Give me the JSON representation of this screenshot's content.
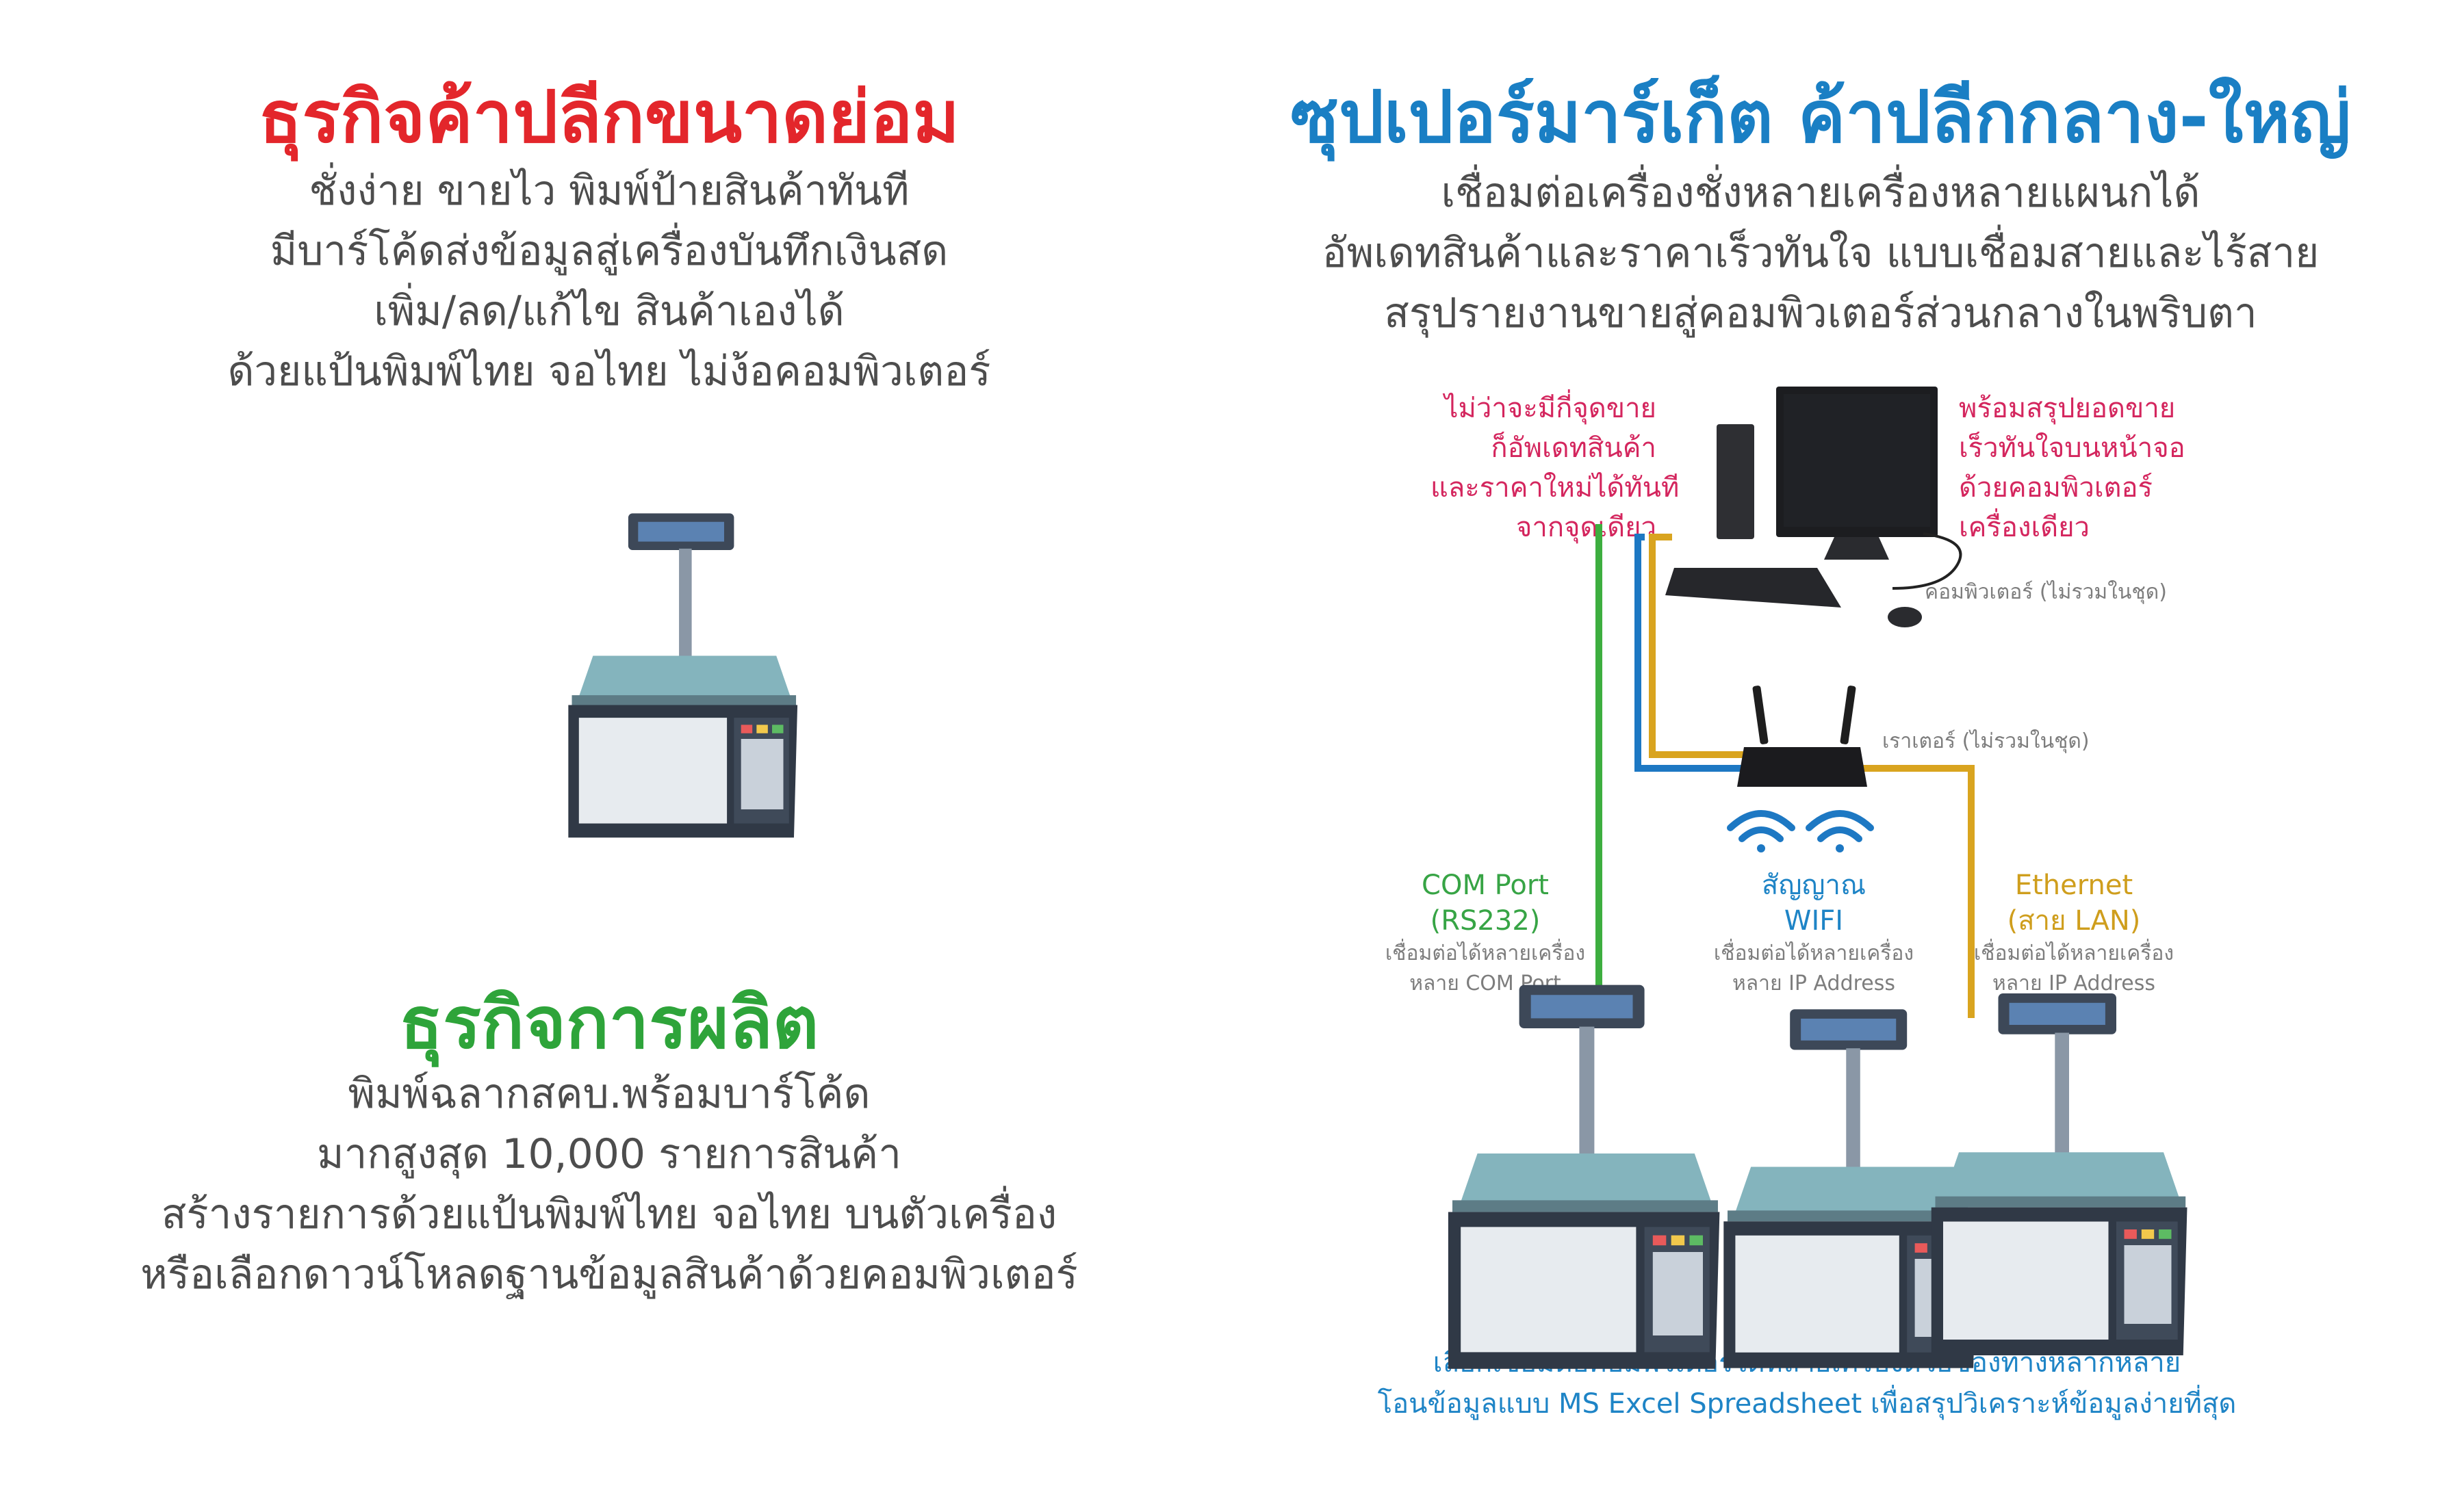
{
  "left": {
    "retail": {
      "title": "ธุรกิจค้าปลีกขนาดย่อม",
      "lines": [
        "ชั่งง่าย ขายไว พิมพ์ป้ายสินค้าทันที",
        "มีบาร์โค้ดส่งข้อมูลสู่เครื่องบันทึกเงินสด",
        "เพิ่ม/ลด/แก้ไข สินค้าเองได้",
        "ด้วยแป้นพิมพ์ไทย จอไทย ไม่ง้อคอมพิวเตอร์"
      ]
    },
    "manufacturing": {
      "title": "ธุรกิจการผลิต",
      "lines": [
        "พิมพ์ฉลากสคบ.พร้อมบาร์โค้ด",
        "มากสูงสุด 10,000 รายการสินค้า",
        "สร้างรายการด้วยแป้นพิมพ์ไทย จอไทย บนตัวเครื่อง",
        "หรือเลือกดาวน์โหลดฐานข้อมูลสินค้าด้วยคอมพิวเตอร์"
      ]
    }
  },
  "right": {
    "title": "ซุปเปอร์มาร์เก็ต ค้าปลีกกลาง-ใหญ่",
    "lines": [
      "เชื่อมต่อเครื่องชั่งหลายเครื่องหลายแผนกได้",
      "อัพเดทสินค้าและราคาเร็วทันใจ แบบเชื่อมสายและไร้สาย",
      "สรุปรายงานขายสู่คอมพิวเตอร์ส่วนกลางในพริบตา"
    ],
    "note_left": [
      "ไม่ว่าจะมีกี่จุดขาย",
      "ก็อัพเดทสินค้า",
      "และราคาใหม่ได้ทันที",
      "จากจุดเดียว"
    ],
    "note_right": [
      "พร้อมสรุปยอดขาย",
      "เร็วทันใจบนหน้าจอ",
      "ด้วยคอมพิวเตอร์",
      "เครื่องเดียว"
    ],
    "computer_caption": "คอมพิวเตอร์ (ไม่รวมในชุด)",
    "router_caption": "เราเตอร์ (ไม่รวมในชุด)",
    "com": {
      "title": "COM Port",
      "sub": "(RS232)",
      "desc1": "เชื่อมต่อได้หลายเครื่อง",
      "desc2": "หลาย COM Port"
    },
    "wifi": {
      "title": "สัญญาณ",
      "sub": "WIFI",
      "desc1": "เชื่อมต่อได้หลายเครื่อง",
      "desc2": "หลาย IP Address"
    },
    "ethernet": {
      "title": "Ethernet",
      "sub": "(สาย LAN)",
      "desc1": "เชื่อมต่อได้หลายเครื่อง",
      "desc2": "หลาย IP Address"
    },
    "footer": [
      "เลือกเชื่อมต่อคอมพิวเตอร์ได้หลายเครื่องด้วยช่องทางหลากหลาย",
      "โอนข้อมูลแบบ MS Excel Spreadsheet เพื่อสรุปวิเคราะห์ข้อมูลง่ายที่สุด"
    ]
  },
  "colors": {
    "red": "#e3262b",
    "blue": "#1a7fc4",
    "green": "#2ea43a",
    "pink": "#d4265e",
    "yellow": "#d9a41f",
    "line_green": "#3dae3f",
    "line_blue": "#1d78c3"
  },
  "icons": [
    "scale-icon",
    "computer-icon",
    "keyboard-icon",
    "mouse-icon",
    "router-icon",
    "wifi-icon"
  ]
}
